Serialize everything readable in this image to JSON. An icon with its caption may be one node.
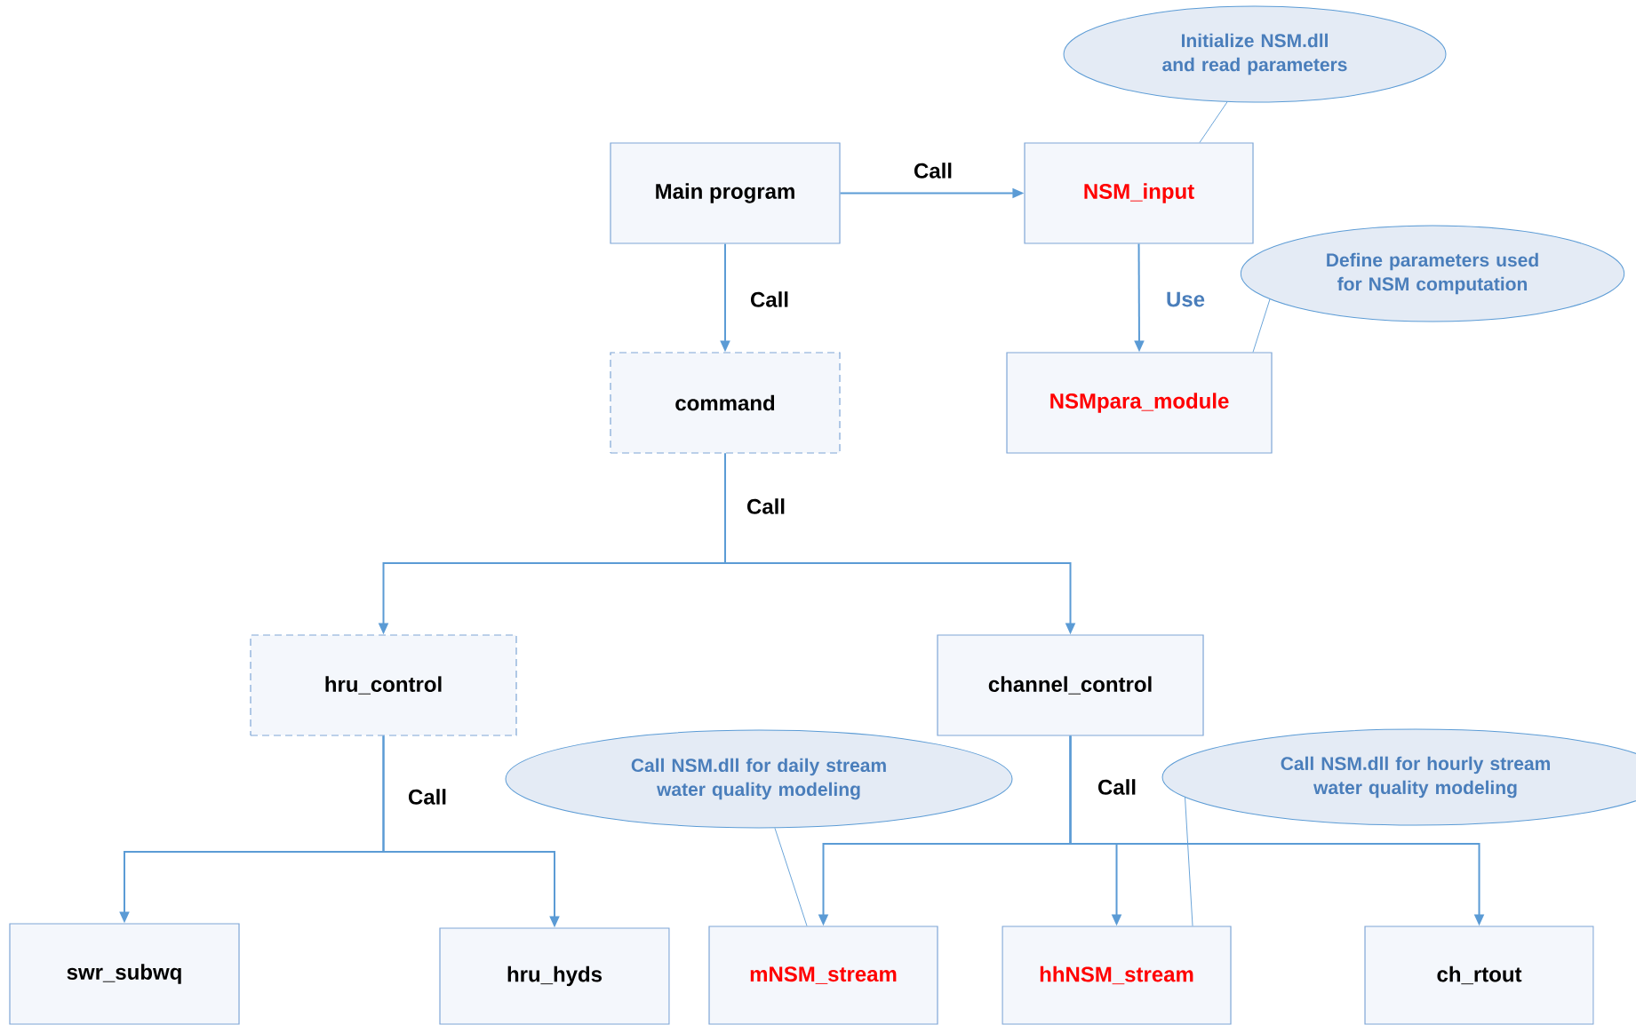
{
  "diagram": {
    "nodes": [
      {
        "text": [
          "Initialize NSM.dll and read parameters"
        ]
      },
      {
        "text": [
          "Main program"
        ]
      },
      {
        "text": [
          "NSM_input"
        ]
      },
      {
        "text": [
          "Define  parameters used for NSM computation"
        ]
      },
      {
        "text": [
          "command"
        ]
      },
      {
        "text": [
          "NSMpara_module"
        ]
      },
      {
        "text": [
          "hru_control"
        ]
      },
      {
        "text": [
          "channel_control"
        ]
      },
      {
        "text": [
          "Call NSM.dll for daily stream water quality modeling"
        ]
      },
      {
        "text": [
          "Call NSM.dll for  hourly stream water quality modeling"
        ]
      },
      {
        "text": [
          "swr_subwq"
        ]
      },
      {
        "text": [
          "hru_hyds"
        ]
      },
      {
        "text": [
          "mNSM_stream"
        ]
      },
      {
        "text": [
          "hhNSM_stream"
        ]
      },
      {
        "text": [
          "ch_rtout"
        ]
      }
    ],
    "edges": [
      {
        "from": 1,
        "to": 2,
        "arrow": "to",
        "label": "Call"
      },
      {
        "from": 1,
        "to": 4,
        "arrow": "to",
        "label": "Call"
      },
      {
        "from": 2,
        "to": 5,
        "arrow": "to",
        "label": "Use"
      },
      {
        "from": 4,
        "to": 6,
        "arrow": "to",
        "label": "Call"
      },
      {
        "from": 4,
        "to": 7,
        "arrow": "to"
      },
      {
        "from": 6,
        "to": 10,
        "arrow": "to",
        "label": "Call"
      },
      {
        "from": 6,
        "to": 11,
        "arrow": "to"
      },
      {
        "from": 7,
        "to": 12,
        "arrow": "to",
        "label": "Call"
      },
      {
        "from": 7,
        "to": 13,
        "arrow": "to"
      },
      {
        "from": 7,
        "to": 14,
        "arrow": "to"
      },
      {
        "from": 0,
        "to": 2,
        "arrow": "none"
      },
      {
        "from": 3,
        "to": 5,
        "arrow": "none"
      },
      {
        "from": 8,
        "to": 12,
        "arrow": "none"
      },
      {
        "from": 9,
        "to": 13,
        "arrow": "none"
      }
    ]
  }
}
